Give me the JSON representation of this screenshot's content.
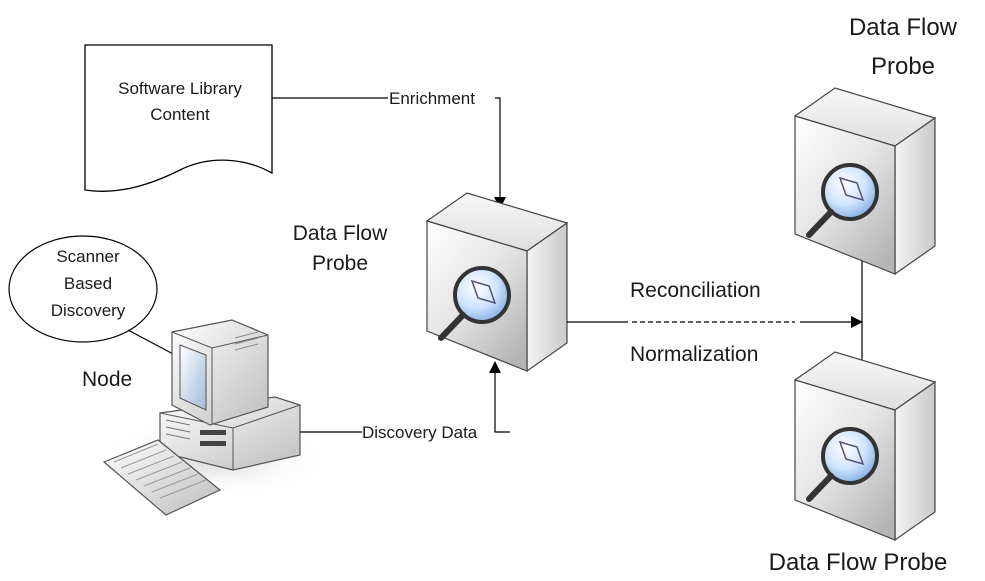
{
  "document": {
    "title": "Software Library",
    "subtitle": "Content"
  },
  "scanner": {
    "line1": "Scanner",
    "line2": "Based",
    "line3": "Discovery"
  },
  "node": {
    "label": "Node"
  },
  "probe_center": {
    "line1": "Data Flow",
    "line2": "Probe"
  },
  "probe_top": {
    "line1": "Data Flow",
    "line2": "Probe"
  },
  "probe_bottom": {
    "label": "Data Flow Probe"
  },
  "edges": {
    "enrichment": "Enrichment",
    "discovery_data": "Discovery Data",
    "reconciliation": "Reconciliation",
    "normalization": "Normalization"
  }
}
